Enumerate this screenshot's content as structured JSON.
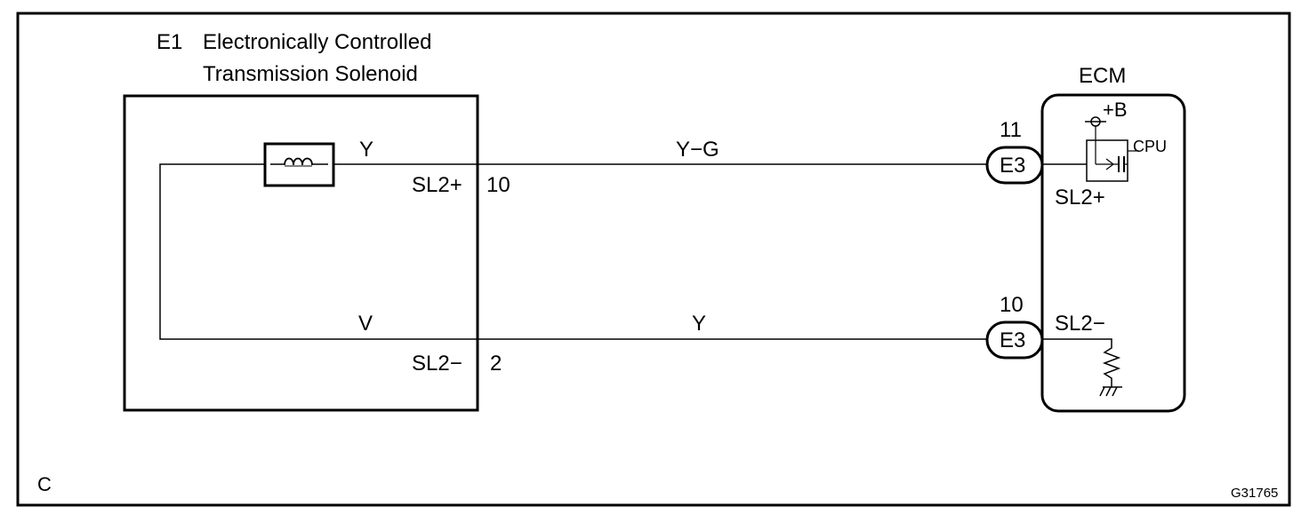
{
  "component": {
    "code": "E1",
    "title_line1": "Electronically Controlled",
    "title_line2": "Transmission Solenoid",
    "solenoid_wire_color": "Y",
    "return_wire_color": "V",
    "pin_plus_label": "SL2+",
    "pin_plus_number": "10",
    "pin_minus_label": "SL2−",
    "pin_minus_number": "2"
  },
  "wires": {
    "upper_color": "Y−G",
    "lower_color": "Y"
  },
  "ecm": {
    "title": "ECM",
    "supply": "+B",
    "cpu": "CPU",
    "upper_connector": "E3",
    "upper_pin": "11",
    "upper_signal": "SL2+",
    "lower_connector": "E3",
    "lower_pin": "10",
    "lower_signal": "SL2−"
  },
  "footer": {
    "section_letter": "C",
    "figure_code": "G31765"
  }
}
